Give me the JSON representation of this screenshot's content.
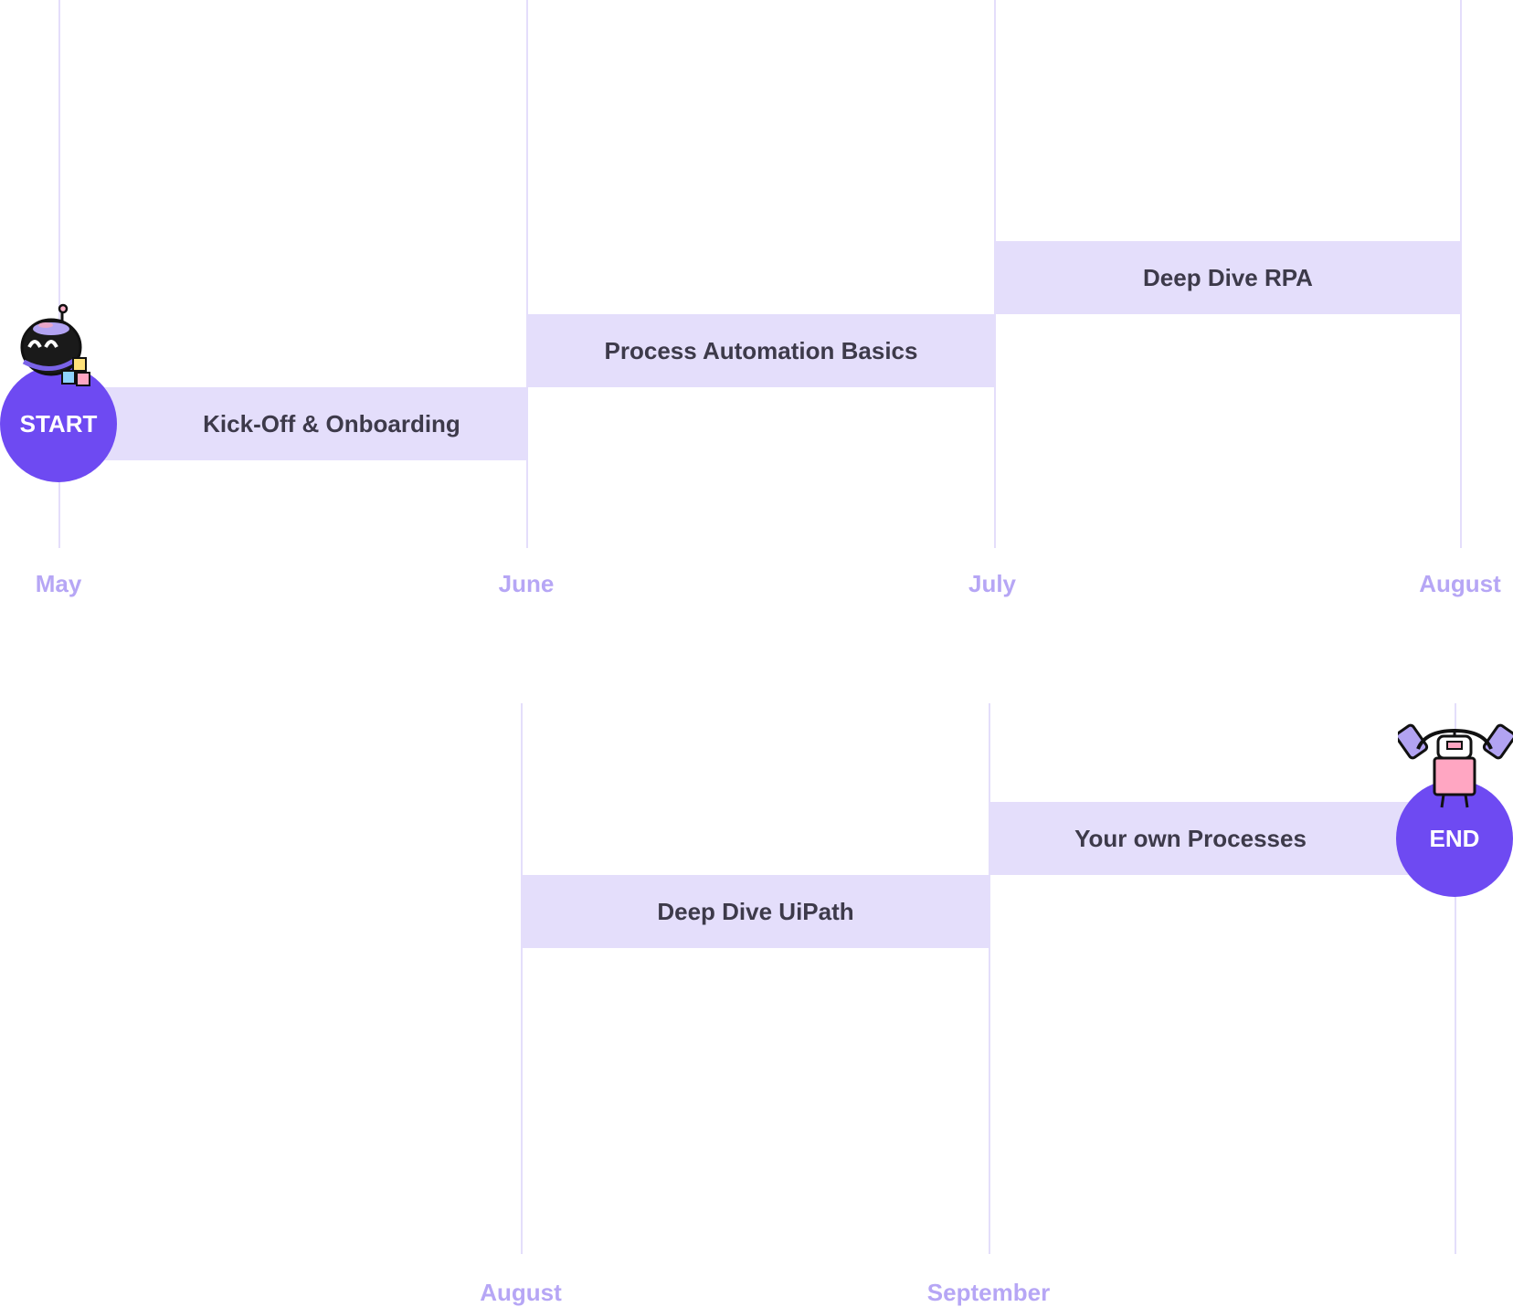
{
  "colors": {
    "accent": "#6e4af2",
    "bar_fill": "#e4defb",
    "month_label": "#b6a6f5",
    "bar_text": "#3d3a4a"
  },
  "timeline_top": {
    "months": [
      "May",
      "June",
      "July",
      "August"
    ],
    "phases": [
      {
        "label": "Kick-Off & Onboarding"
      },
      {
        "label": "Process Automation Basics"
      },
      {
        "label": "Deep Dive RPA"
      }
    ],
    "start_label": "START",
    "mascot_icon": "robot-with-blocks-icon"
  },
  "timeline_bottom": {
    "months": [
      "August",
      "September"
    ],
    "phases": [
      {
        "label": "Deep Dive UiPath"
      },
      {
        "label": "Your own Processes"
      }
    ],
    "end_label": "END",
    "mascot_icon": "robot-lifting-weights-icon"
  }
}
